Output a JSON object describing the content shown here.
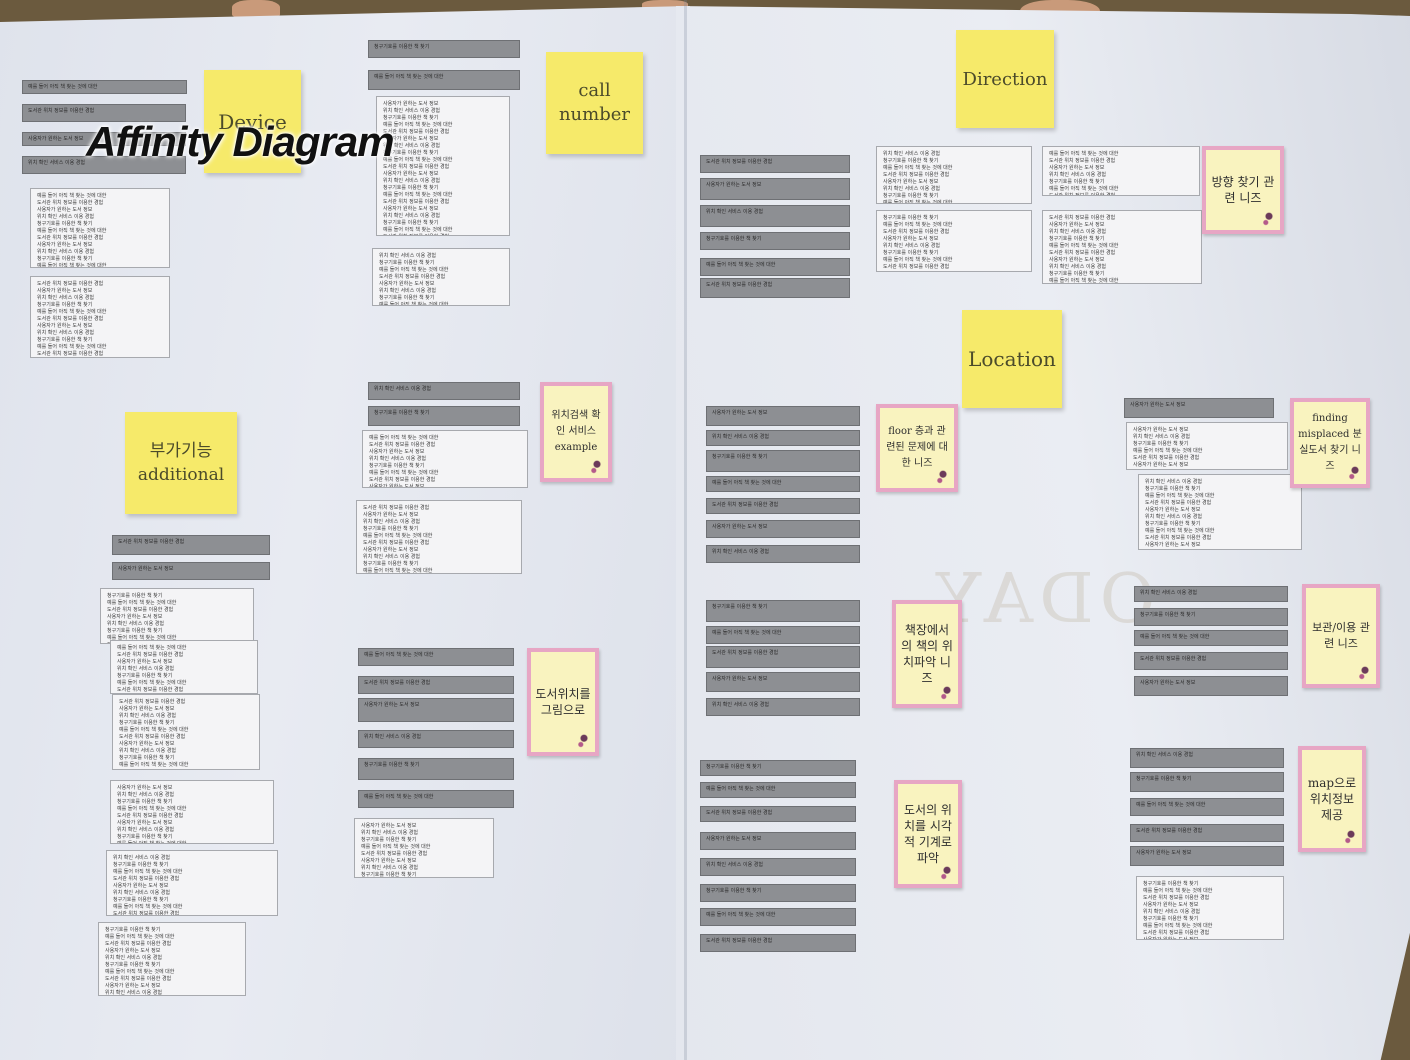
{
  "title": "Affinity Diagram",
  "watermark": "ODAY",
  "headers": {
    "device": "Device",
    "call_number": "call number",
    "direction": "Direction",
    "location": "Location",
    "additional": "부가기능 additional"
  },
  "notes": {
    "example": "위치검색 확인 서비스 example",
    "drawing": "도서위치를 그림으로",
    "floor": "floor 층과 관련된 문제에 대한 니즈",
    "library_location": "책장에서의 책의 위치파악 니즈",
    "visual_location": "도서의 위치를 시각적 기계로 파악",
    "direction_need": "방향 찾기 관련 니즈",
    "misplaced": "finding misplaced 분실도서 찾기 니즈",
    "wrong_place": "보관/이용 관련 니즈",
    "map": "map으로 위치정보 제공"
  },
  "strips": [
    "예를 들어 아직 책 찾는 것에 대한",
    "도서관 위치 정보를 이용한 경험",
    "사용자가 원하는 도서 정보",
    "위치 확인 서비스 이용 경험",
    "청구기호를 이용한 책 찾기"
  ],
  "colors": {
    "postit": "#f6ea6a",
    "pink_border": "#e7a6c4",
    "strip": "#8d8f93",
    "card": "#f4f4f6"
  }
}
